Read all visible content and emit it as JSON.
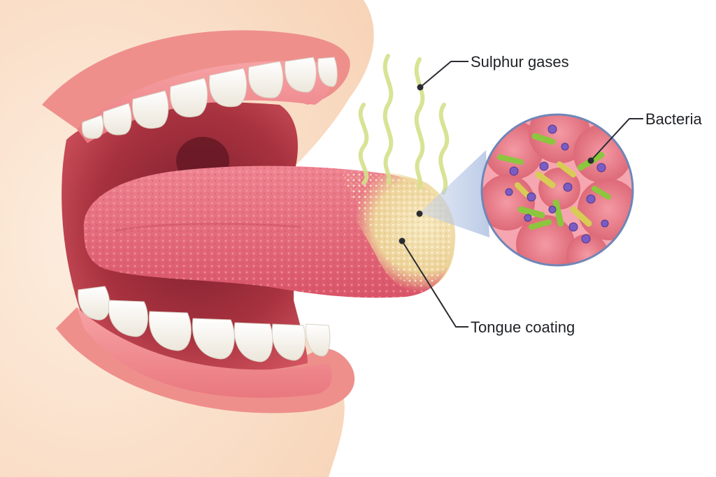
{
  "labels": {
    "sulphur_gases": "Sulphur gases",
    "bacteria": "Bacteria",
    "tongue_coating": "Tongue coating"
  },
  "colors": {
    "skin": "#fbe3cf",
    "lip": "#ee8f8c",
    "gum": "#f38f93",
    "tongue": "#e96f7f",
    "coating": "#f3e2b4",
    "gas": "#d5e08a",
    "bacteria_green": "#8cc63e",
    "bacteria_yellow": "#d8cc55",
    "bacteria_purple": "#7a5cc2",
    "magnifier_ring": "#6f86b8",
    "leader_line": "#2a2c31"
  }
}
